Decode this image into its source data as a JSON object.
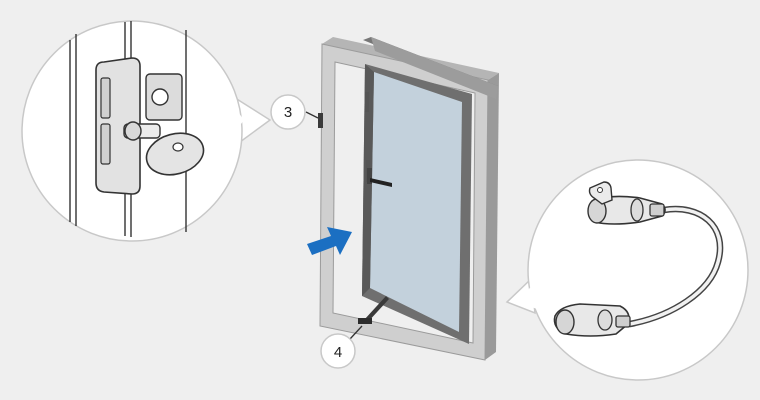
{
  "callouts": [
    {
      "id": "lock-detail",
      "label": "3"
    },
    {
      "id": "stay-detail",
      "label": "4"
    }
  ],
  "colors": {
    "background": "#efefef",
    "glass": "#c3d1dc",
    "frame_front": "#cfcfcf",
    "frame_dark": "#7d7d7d",
    "arrow": "#1b6fc2",
    "line": "#333333"
  },
  "icons": {
    "arrow": "blue-push-arrow-icon",
    "lock": "window-key-lock-icon",
    "cable": "cable-restrictor-icon"
  }
}
